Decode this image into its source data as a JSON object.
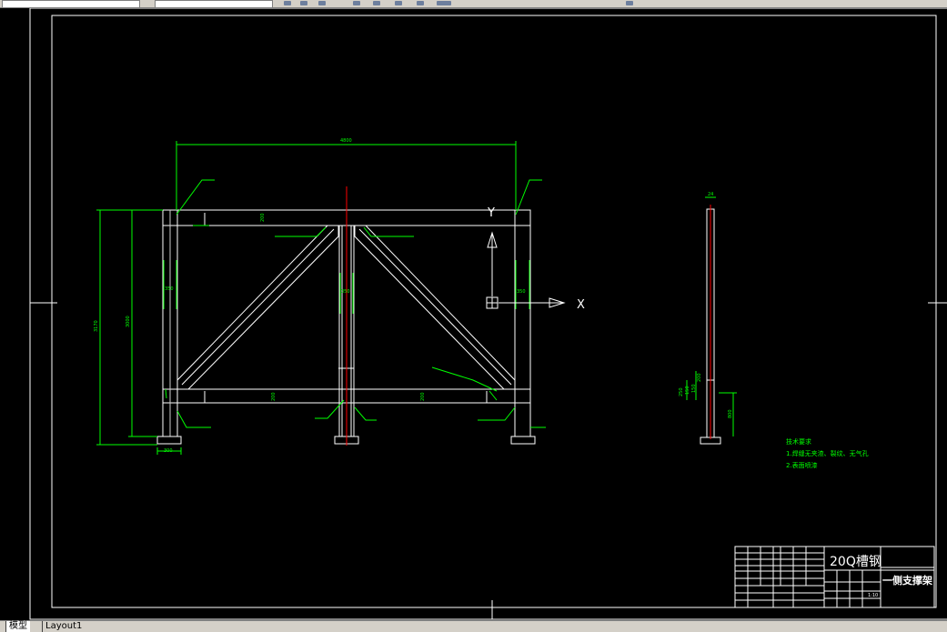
{
  "drawing": {
    "overall_width_dim": "4800",
    "height_dim_outer": "3170",
    "height_dim_inner": "3000",
    "base_width_dim": "300",
    "post_label": "350",
    "beam_label": "200",
    "side_dim_top": "24",
    "side_dim_bottom": "800",
    "side_small_dims": [
      "200",
      "150",
      "150",
      "250"
    ],
    "axis_y": "Y",
    "axis_x": "X"
  },
  "notes": {
    "heading": "技术要求",
    "line1": "1.焊缝无夹渣、裂纹、无气孔",
    "line2": "2.表面喷漆"
  },
  "title_block": {
    "material": "20Q槽钢",
    "name": "一侧支撑架",
    "scale": "1:10"
  },
  "tabs": [
    "模型",
    "Layout1"
  ],
  "colors": {
    "background": "#000000",
    "dimension": "#00ff00",
    "geometry": "#ffffff",
    "centerline": "#ff0000"
  }
}
